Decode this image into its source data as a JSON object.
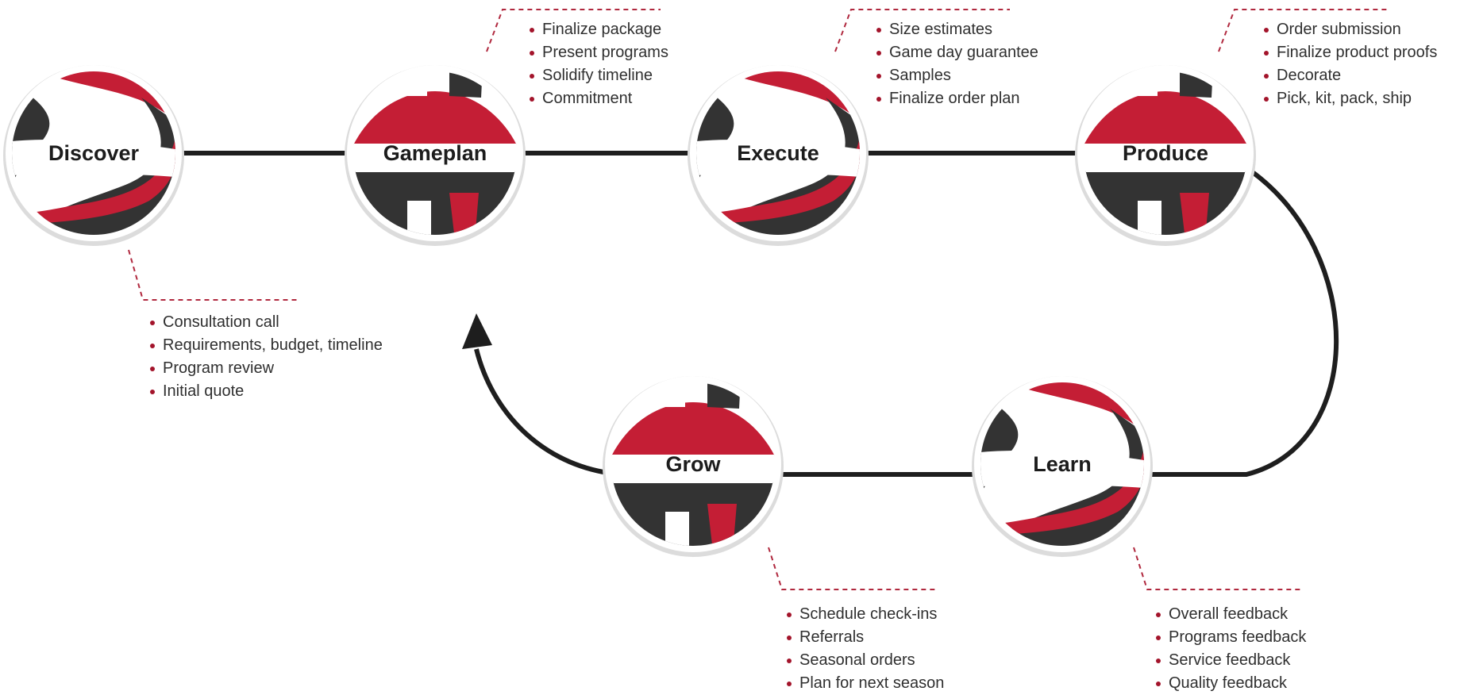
{
  "colors": {
    "brand_red": "#c41e35",
    "dark": "#333333",
    "connector": "#1e1e1e",
    "leader": "#b0283e",
    "bullet": "#a3142b",
    "text": "#2f2f2f"
  },
  "stages": [
    {
      "key": "discover",
      "label": "Discover",
      "icon": "volleyball-icon",
      "items": [
        "Consultation call",
        "Requirements, budget, timeline",
        "Program review",
        "Initial quote"
      ]
    },
    {
      "key": "gameplan",
      "label": "Gameplan",
      "icon": "volleyball-icon",
      "items": [
        "Finalize package",
        "Present programs",
        "Solidify timeline",
        "Commitment"
      ]
    },
    {
      "key": "execute",
      "label": "Execute",
      "icon": "volleyball-icon",
      "items": [
        "Size estimates",
        "Game day guarantee",
        "Samples",
        "Finalize order plan"
      ]
    },
    {
      "key": "produce",
      "label": "Produce",
      "icon": "volleyball-icon",
      "items": [
        "Order submission",
        "Finalize product proofs",
        "Decorate",
        "Pick, kit, pack, ship"
      ]
    },
    {
      "key": "learn",
      "label": "Learn",
      "icon": "volleyball-icon",
      "items": [
        "Overall feedback",
        "Programs feedback",
        "Service feedback",
        "Quality feedback"
      ]
    },
    {
      "key": "grow",
      "label": "Grow",
      "icon": "volleyball-icon",
      "items": [
        "Schedule check-ins",
        "Referrals",
        "Seasonal orders",
        "Plan for next season"
      ]
    }
  ]
}
